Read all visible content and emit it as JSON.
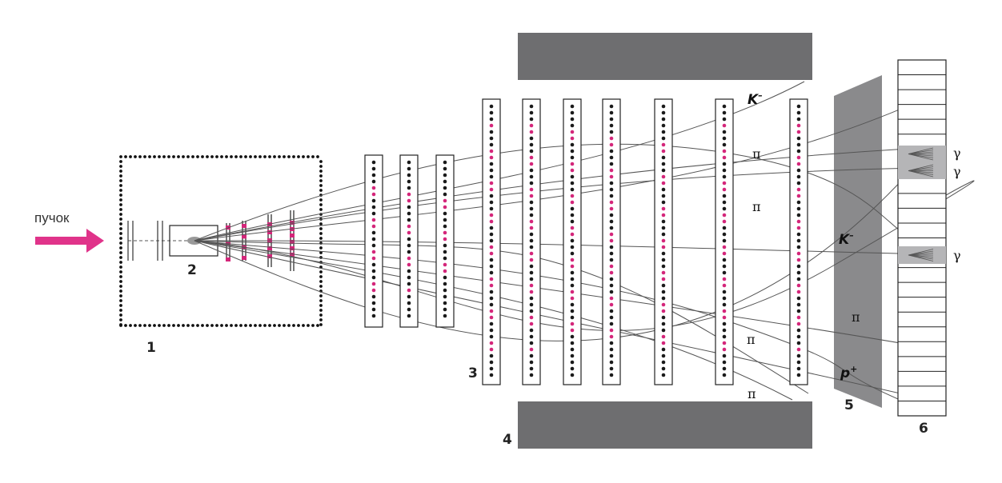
{
  "labels": {
    "beam": "пучок",
    "n1": "1",
    "n2": "2",
    "n3": "3",
    "n4": "4",
    "n5": "5",
    "n6": "6"
  },
  "particles": {
    "kminus_top": "K",
    "kminus_top_sup": "–",
    "pi_1": "π",
    "pi_2": "π",
    "kminus_mid": "K",
    "kminus_mid_sup": "–",
    "pi_3": "π",
    "pi_4": "π",
    "pi_5": "π",
    "p_plus": "p",
    "p_plus_sup": "+",
    "gamma_1": "γ",
    "gamma_2": "γ",
    "gamma_3": "γ"
  },
  "colors": {
    "hit": "#d4267a",
    "wire": "#1a1a1a",
    "magnet": "#6e6e70",
    "detector5": "#8a8a8c",
    "track": "#555555",
    "beam_arrow": "#e0338a"
  }
}
